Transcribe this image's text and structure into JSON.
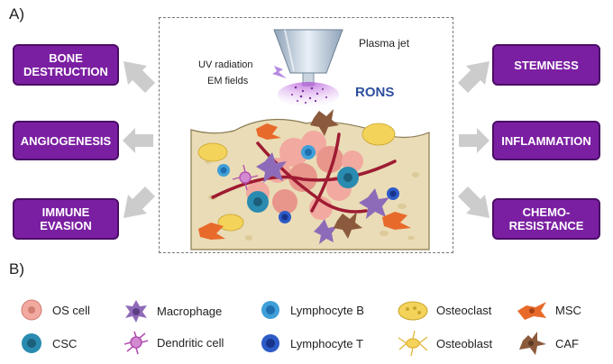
{
  "panel_labels": {
    "a": "A)",
    "b": "B)"
  },
  "center": {
    "plasma_jet": "Plasma jet",
    "uv_radiation": "UV radiation",
    "em_fields": "EM fields",
    "rons": "RONS"
  },
  "effects_left": [
    "BONE\nDESTRUCTION",
    "ANGIOGENESIS",
    "IMMUNE\nEVASION"
  ],
  "effects_right": [
    "STEMNESS",
    "INFLAMMATION",
    "CHEMO-\nRESISTANCE"
  ],
  "legend": [
    {
      "label": "OS cell",
      "icon": "os-cell-icon"
    },
    {
      "label": "Macrophage",
      "icon": "macrophage-icon"
    },
    {
      "label": "Lymphocyte B",
      "icon": "lymphocyte-b-icon"
    },
    {
      "label": "Osteoclast",
      "icon": "osteoclast-icon"
    },
    {
      "label": "MSC",
      "icon": "msc-icon"
    },
    {
      "label": "CSC",
      "icon": "csc-icon"
    },
    {
      "label": "Dendritic cell",
      "icon": "dendritic-cell-icon"
    },
    {
      "label": "Lymphocyte T",
      "icon": "lymphocyte-t-icon"
    },
    {
      "label": "Osteoblast",
      "icon": "osteoblast-icon"
    },
    {
      "label": "CAF",
      "icon": "caf-icon"
    }
  ],
  "colors": {
    "effect_box": "#7b1fa2",
    "effect_border": "#4a0d66",
    "arrow": "#cccccc",
    "rons": "#2e4f9e",
    "bone": "#eadcb6",
    "vessel": "#9e1b32"
  }
}
